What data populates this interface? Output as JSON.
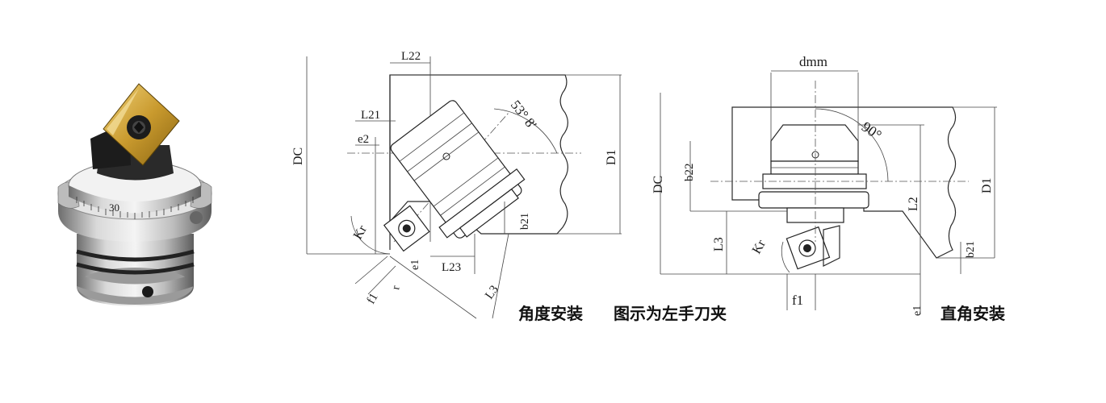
{
  "photo": {
    "dial_numbers": [
      "30"
    ]
  },
  "left_drawing": {
    "labels": {
      "L22": "L22",
      "L21": "L21",
      "e2": "e2",
      "DC": "DC",
      "D1": "D1",
      "angle": "53° 8′",
      "Kr": "Kr",
      "b21": "b21",
      "e1": "e1",
      "L23": "L23",
      "L3": "L3",
      "f1": "f1",
      "r": "r"
    }
  },
  "right_drawing": {
    "labels": {
      "dmm": "dmm",
      "angle": "90°",
      "DC": "DC",
      "b22": "b22",
      "L2": "L2",
      "D1": "D1",
      "L3": "L3",
      "Kr": "Kr",
      "b21": "b21",
      "f1": "f1",
      "e1": "e1"
    }
  },
  "captions": {
    "angle_mount": "角度安装",
    "left_hand_note": "图示为左手刀夹",
    "right_angle_mount": "直角安装"
  }
}
